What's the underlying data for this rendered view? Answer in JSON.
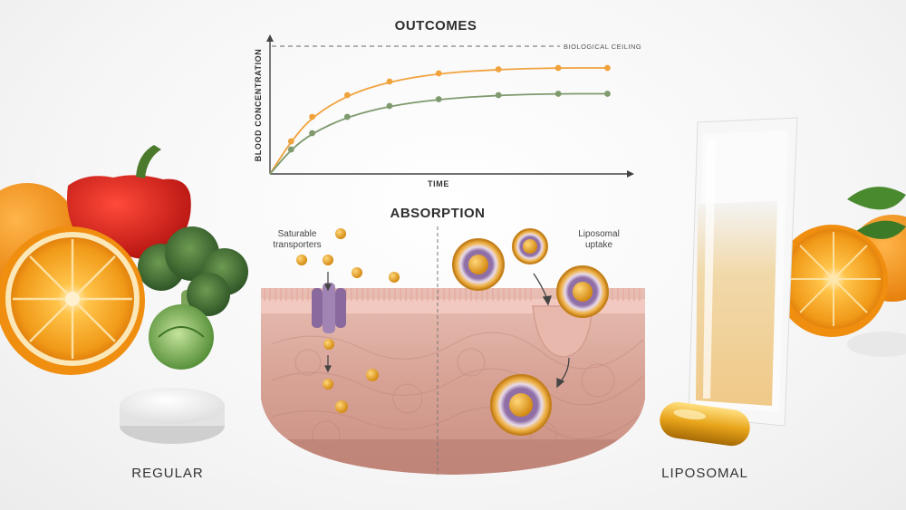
{
  "outcomes": {
    "title": "OUTCOMES",
    "ceiling_label": "BIOLOGICAL CEILING",
    "ylabel": "BLOOD CONCENTRATION",
    "xlabel": "TIME"
  },
  "chart_data": {
    "type": "line",
    "title": "OUTCOMES",
    "xlabel": "TIME",
    "ylabel": "BLOOD CONCENTRATION",
    "xlim": [
      0,
      10
    ],
    "ylim": [
      0,
      100
    ],
    "grid": false,
    "ceiling": 94,
    "x": [
      0,
      0.6,
      1.2,
      2.2,
      3.4,
      4.8,
      6.5,
      8.2,
      9.6
    ],
    "series": [
      {
        "color": "#f0a23c",
        "values": [
          0,
          24,
          42,
          58,
          68,
          74,
          77,
          78,
          78
        ]
      },
      {
        "color": "#7f9a6e",
        "values": [
          0,
          18,
          30,
          42,
          50,
          55,
          58,
          59,
          59
        ]
      }
    ]
  },
  "absorption": {
    "title": "ABSORPTION",
    "left_note": [
      "Saturable",
      "transporters"
    ],
    "right_note": [
      "Liposomal",
      "uptake"
    ]
  },
  "labels": {
    "regular": "REGULAR",
    "liposomal": "LIPOSOMAL"
  },
  "colors": {
    "orange_line": "#f0a23c",
    "green_line": "#7f9a6e",
    "tissue": "#dba79c",
    "transporter": "#8a6a9e",
    "nutrient": "#e5a224"
  }
}
